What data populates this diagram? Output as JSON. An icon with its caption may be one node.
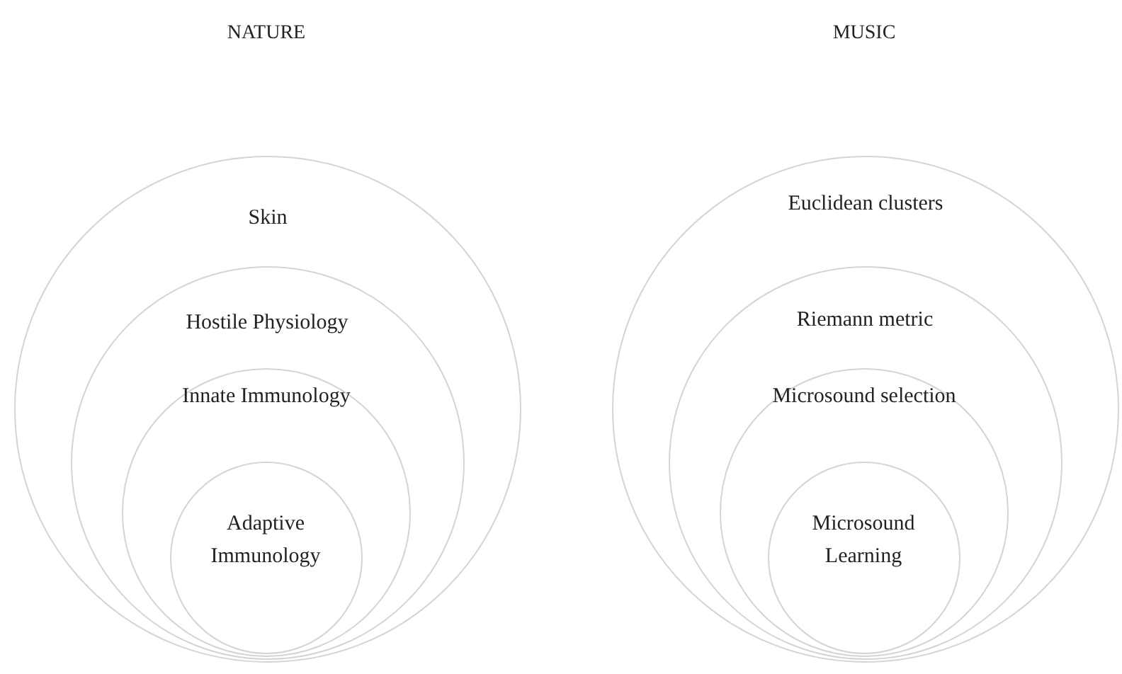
{
  "diagram": {
    "nodes": [
      {
        "text": [
          "Skin"
        ]
      },
      {
        "text": [
          "Hostile Physiology"
        ],
        "in": 0
      },
      {
        "text": [
          "Innate Immunology"
        ],
        "in": 1
      },
      {
        "text": [
          "Adaptive Immunology"
        ],
        "in": 2
      },
      {
        "text": [
          "Euclidean clusters"
        ]
      },
      {
        "text": [
          "Riemann metric"
        ],
        "in": 4
      },
      {
        "text": [
          "Microsound selection"
        ],
        "in": 5
      },
      {
        "text": [
          "Microsound Learning"
        ],
        "in": 6
      }
    ],
    "edges": [],
    "labels": [
      "NATURE",
      "MUSIC"
    ]
  }
}
